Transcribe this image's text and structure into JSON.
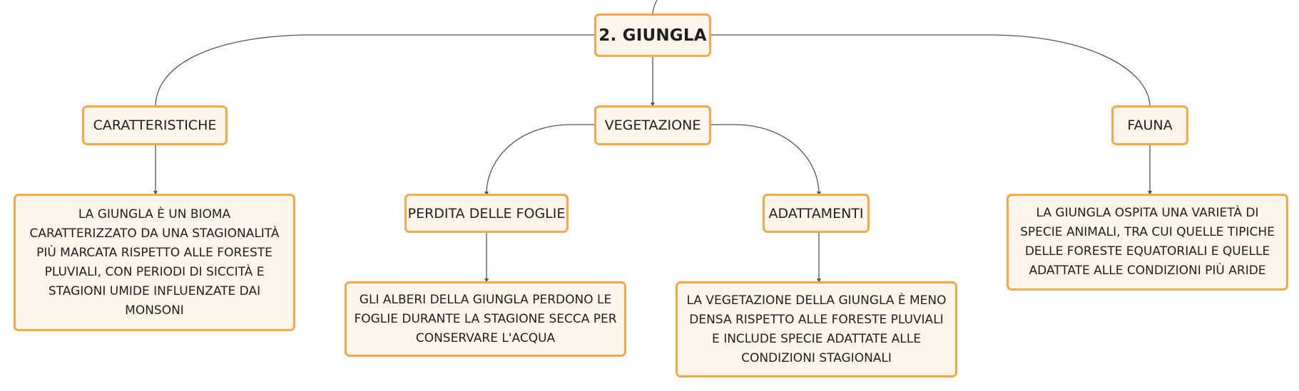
{
  "diagram": {
    "root": {
      "label": "2. GIUNGLA"
    },
    "topics": [
      {
        "label": "CARATTERISTICHE"
      },
      {
        "label": "VEGETAZIONE"
      },
      {
        "label": "FAUNA"
      }
    ],
    "subtopics": [
      {
        "label": "PERDITA DELLE FOGLIE"
      },
      {
        "label": "ADATTAMENTI"
      }
    ],
    "details": {
      "caratteristiche": "LA GIUNGLA È UN BIOMA CARATTERIZZATO DA UNA STAGIONALITÀ PIÙ MARCATA RISPETTO ALLE FORESTE PLUVIALI, CON PERIODI DI SICCITÀ E STAGIONI UMIDE INFLUENZATE DAI MONSONI",
      "perdita_foglie": "GLI ALBERI DELLA GIUNGLA PERDONO LE FOGLIE DURANTE LA STAGIONE SECCA PER CONSERVARE L'ACQUA",
      "adattamenti": "LA VEGETAZIONE DELLA GIUNGLA È MENO DENSA RISPETTO ALLE FORESTE PLUVIALI E INCLUDE SPECIE ADATTATE ALLE CONDIZIONI STAGIONALI",
      "fauna": "LA GIUNGLA OSPITA UNA VARIETÀ DI SPECIE ANIMALI, TRA CUI QUELLE TIPICHE DELLE FORESTE EQUATORIALI E QUELLE ADATTATE ALLE CONDIZIONI PIÙ ARIDE"
    },
    "colors": {
      "node_border": "#f3a94a",
      "node_fill": "#fdf4ea",
      "connector": "#555555",
      "text": "#1f1f1f"
    }
  }
}
